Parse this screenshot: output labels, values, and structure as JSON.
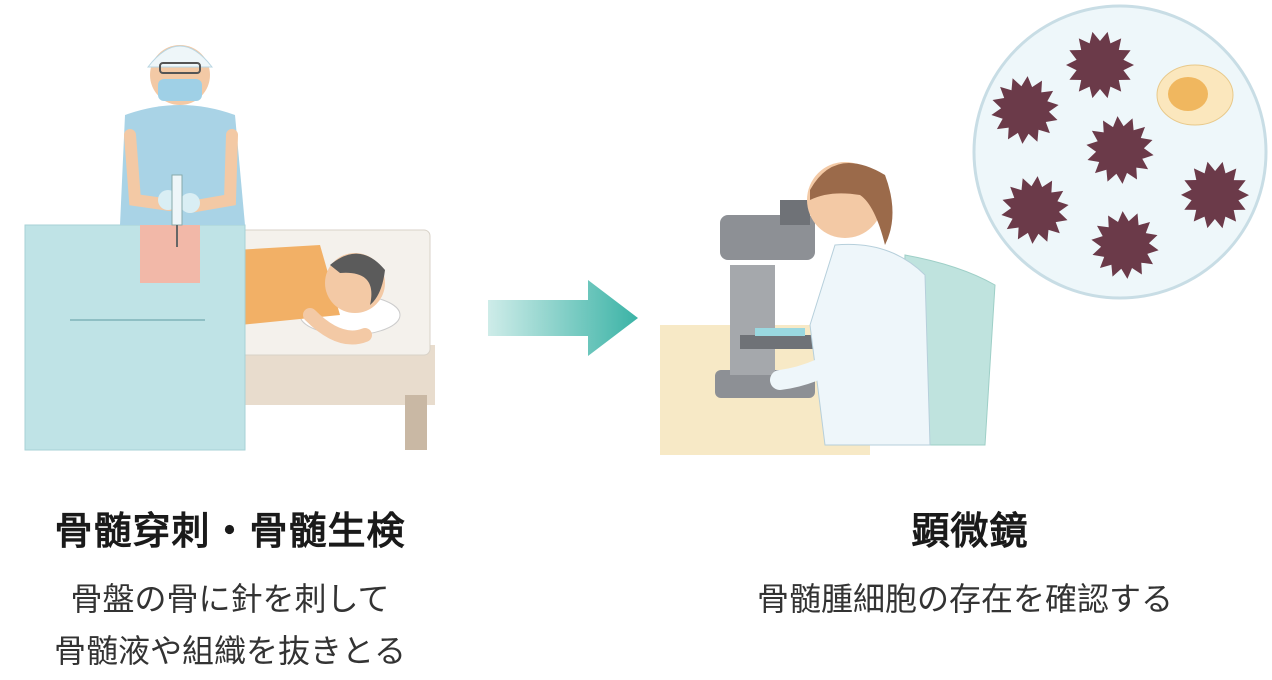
{
  "steps": [
    {
      "title": "骨髄穿刺・骨髄生検",
      "description_lines": [
        "骨盤の骨に針を刺して",
        "骨髄液や組織を抜きとる"
      ]
    },
    {
      "title": "顕微鏡",
      "description_lines": [
        "骨髄腫細胞の存在を確認する"
      ]
    }
  ],
  "colors": {
    "arrow": "#3bb3a6",
    "drape": "#bfe3e6",
    "scrubs": "#a9d3e6",
    "cell": "#6b3a49",
    "lens_bg": "#eef7fa"
  }
}
